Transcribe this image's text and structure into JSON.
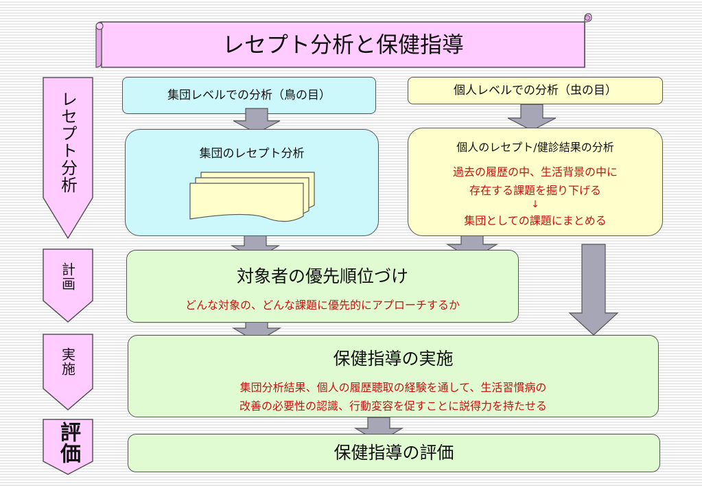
{
  "title": "レセプト分析と保健指導",
  "side_labels": {
    "receipt": "レセプト分析",
    "plan": "計画",
    "implement": "実施",
    "evaluate": "評価"
  },
  "group": {
    "header": "集団レベルでの分析（鳥の目）",
    "body_title": "集団のレセプト分析"
  },
  "individual": {
    "header": "個人レベルでの分析（虫の目）",
    "body_title": "個人のレセプト/健診結果の分析",
    "line1": "過去の履歴の中、生活背景の中に",
    "line2": "存在する課題を掘り下げる",
    "down_arrow": "↓",
    "line3": "集団としての課題にまとめる"
  },
  "priority": {
    "title": "対象者の優先順位づけ",
    "subtitle": "どんな対象の、どんな課題に優先的にアプローチするか"
  },
  "implementation": {
    "title": "保健指導の実施",
    "line1": "集団分析結果、個人の履歴聴取の経験を通して、生活習慣病の",
    "line2": "改善の必要性の認識、行動変容を促すことに説得力を持たせる"
  },
  "evaluation": {
    "title": "保健指導の評価"
  },
  "colors": {
    "banner": "#ffccff",
    "side": "#ffccff",
    "cyan": "#ccf7fb",
    "yellow": "#ffffcc",
    "green": "#e0fbd2",
    "arrow": "#a6a6b6",
    "red_text": "#cc1111"
  }
}
